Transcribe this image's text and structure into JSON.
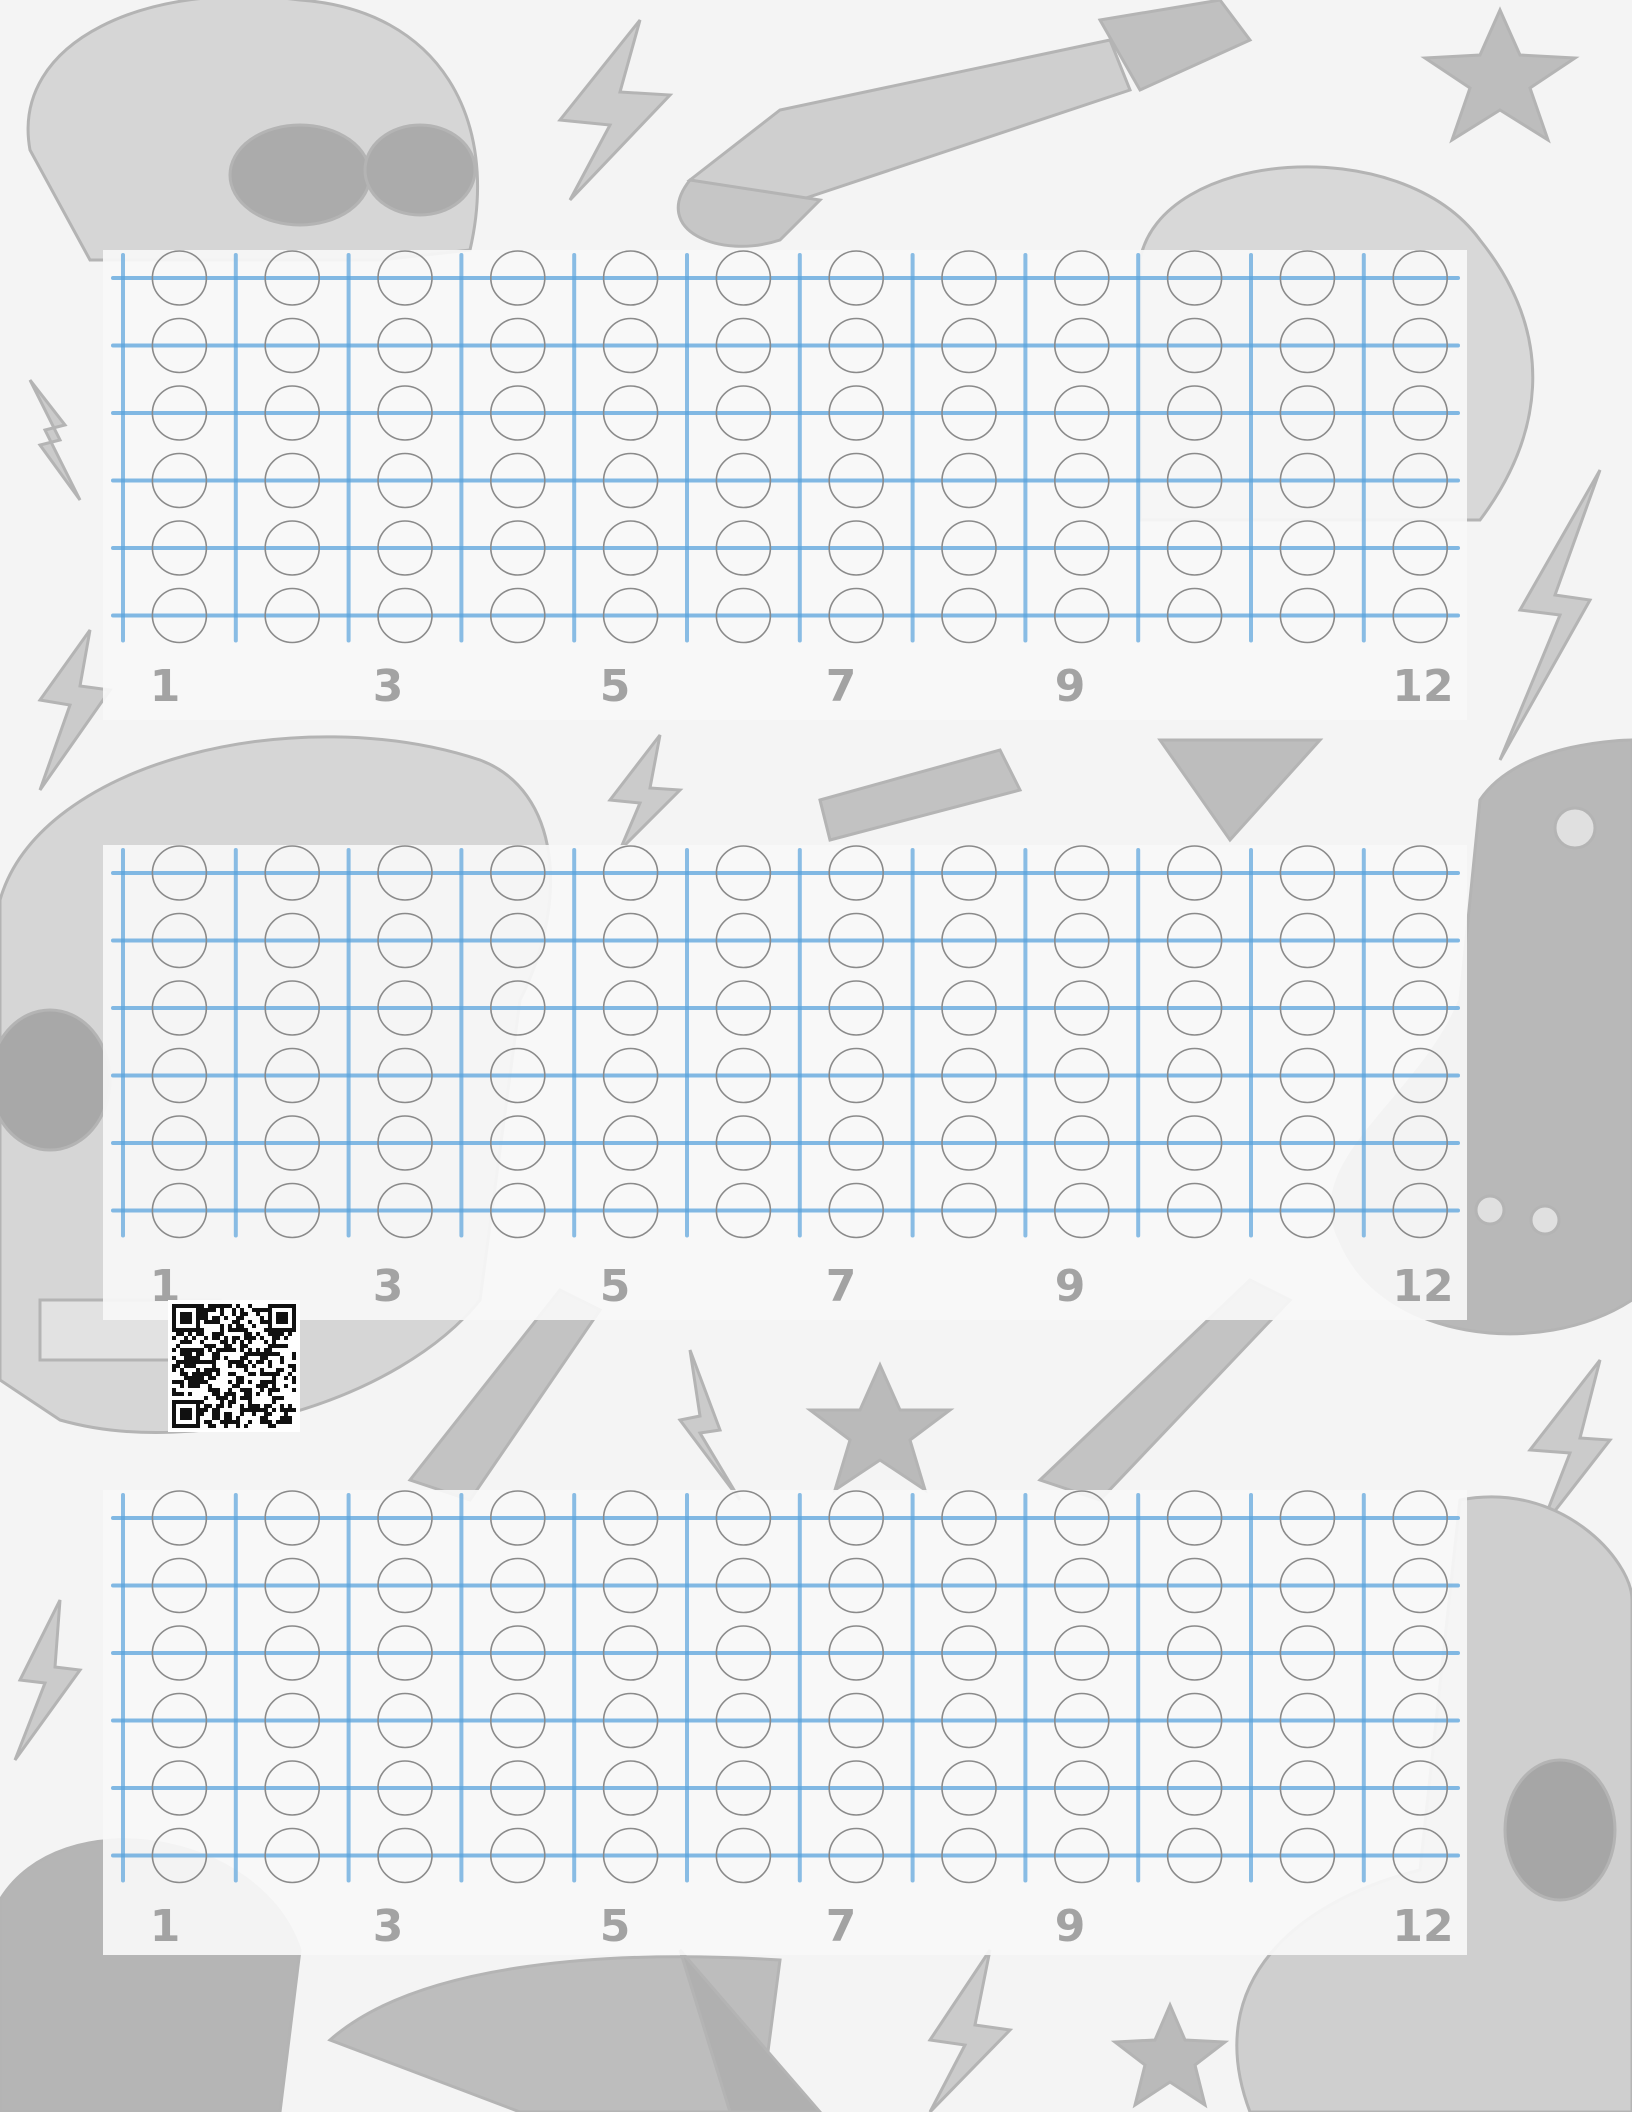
{
  "worksheet": {
    "strings_per_diagram": 6,
    "frets_per_diagram": 12,
    "diagrams": [
      {
        "fret_markers": [
          "1",
          "3",
          "5",
          "7",
          "9",
          "12"
        ]
      },
      {
        "fret_markers": [
          "1",
          "3",
          "5",
          "7",
          "9",
          "12"
        ]
      },
      {
        "fret_markers": [
          "1",
          "3",
          "5",
          "7",
          "9",
          "12"
        ]
      }
    ]
  },
  "colors": {
    "page_background": "#f4f4f4",
    "grid_line_blue": "#5aa3dc",
    "note_circle": "#8a8a8a",
    "fret_number": "#a3a3a3",
    "background_art": "#bdbdbd"
  },
  "background_art": [
    "skull-icon",
    "electric-guitar-icon",
    "lightning-bolt-icon",
    "star-icon"
  ],
  "qr_code": "qr-code-icon"
}
